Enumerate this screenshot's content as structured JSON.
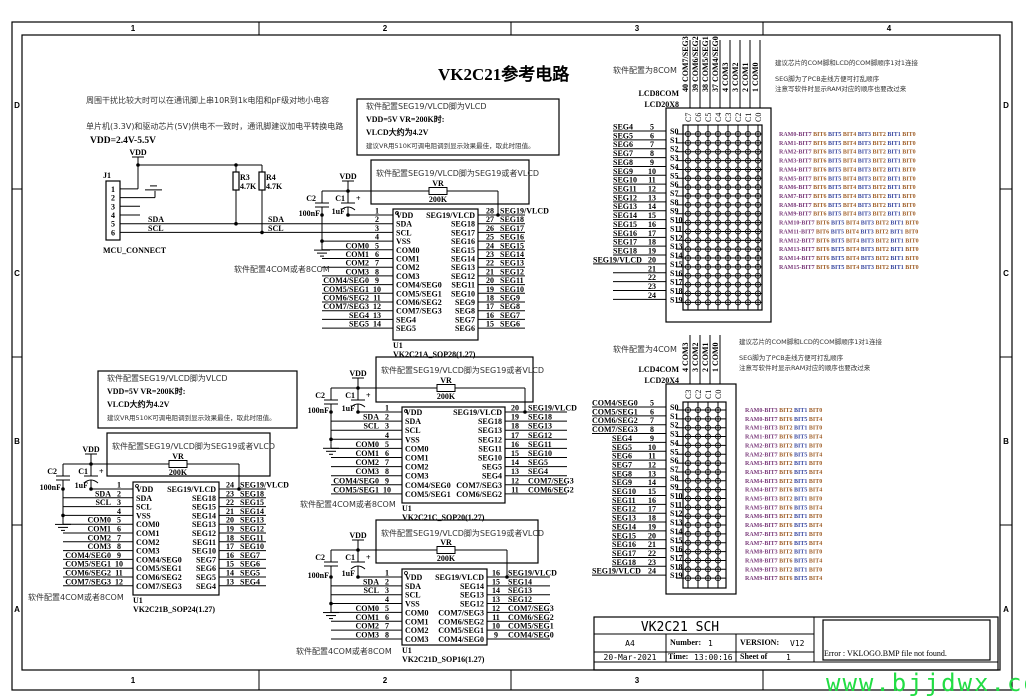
{
  "frame": {
    "columns": [
      "1",
      "2",
      "3",
      "4"
    ],
    "rows": [
      "D",
      "C",
      "B",
      "A"
    ],
    "bottom_columns": [
      "1",
      "2",
      "3"
    ]
  },
  "title": "VK2C21参考电路",
  "notes": {
    "interference": "周围干扰比较大时可以在通讯脚上串10R到1k电阻和pF级对地小电容",
    "level_shift": "单片机(3.3V)和驱动芯片(5V)供电不一致时，通讯脚建议加电平转换电路",
    "vdd_range": "VDD=2.4V-5.5V"
  },
  "vdd_label": "VDD",
  "connector": {
    "ref": "J1",
    "name": "MCU_CONNECT",
    "pins": [
      "1",
      "2",
      "3",
      "4",
      "5",
      "6"
    ],
    "sda": "SDA",
    "scl": "SCL"
  },
  "pullups": [
    {
      "ref": "R3",
      "value": "4.7K"
    },
    {
      "ref": "R4",
      "value": "4.7K"
    }
  ],
  "vlcd_note": [
    "软件配置SEG19/VLCD脚为VLCD",
    "VDD=5V VR=200K时:",
    "VLCD大约为4.2V",
    "建议VR用510K可调电阻调到显示效果最佳，取此时阻值。"
  ],
  "ics": {
    "a": {
      "ref": "U1",
      "part": "VK2C21A_SOP28(1.27)",
      "vr_box_text": "软件配置SEG19/VLCD脚为SEG19或者VLCD",
      "vr_label": "VR",
      "vr_value": "200K",
      "c1": "C1",
      "c1_value": "1uF",
      "c2": "C2",
      "c2_value": "100nF",
      "com_note": "软件配置4COM或者8COM",
      "left": [
        {
          "num": "1",
          "name": "VDD",
          "net": ""
        },
        {
          "num": "2",
          "name": "SDA",
          "net": ""
        },
        {
          "num": "3",
          "name": "SCL",
          "net": ""
        },
        {
          "num": "4",
          "name": "VSS",
          "net": ""
        },
        {
          "num": "5",
          "name": "COM0",
          "net": "COM0"
        },
        {
          "num": "6",
          "name": "COM1",
          "net": "COM1"
        },
        {
          "num": "7",
          "name": "COM2",
          "net": "COM2"
        },
        {
          "num": "8",
          "name": "COM3",
          "net": "COM3"
        },
        {
          "num": "9",
          "name": "COM4/SEG0",
          "net": "COM4/SEG0"
        },
        {
          "num": "10",
          "name": "COM5/SEG1",
          "net": "COM5/SEG1"
        },
        {
          "num": "11",
          "name": "COM6/SEG2",
          "net": "COM6/SEG2"
        },
        {
          "num": "12",
          "name": "COM7/SEG3",
          "net": "COM7/SEG3"
        },
        {
          "num": "13",
          "name": "SEG4",
          "net": "SEG4"
        },
        {
          "num": "14",
          "name": "SEG5",
          "net": "SEG5"
        }
      ],
      "right": [
        {
          "num": "28",
          "name": "SEG19/VLCD",
          "net": "SEG19/VLCD"
        },
        {
          "num": "27",
          "name": "SEG18",
          "net": "SEG18"
        },
        {
          "num": "26",
          "name": "SEG17",
          "net": "SEG17"
        },
        {
          "num": "25",
          "name": "SEG16",
          "net": "SEG16"
        },
        {
          "num": "24",
          "name": "SEG15",
          "net": "SEG15"
        },
        {
          "num": "23",
          "name": "SEG14",
          "net": "SEG14"
        },
        {
          "num": "22",
          "name": "SEG13",
          "net": "SEG13"
        },
        {
          "num": "21",
          "name": "SEG12",
          "net": "SEG12"
        },
        {
          "num": "20",
          "name": "SEG11",
          "net": "SEG11"
        },
        {
          "num": "19",
          "name": "SEG10",
          "net": "SEG10"
        },
        {
          "num": "18",
          "name": "SEG9",
          "net": "SEG9"
        },
        {
          "num": "17",
          "name": "SEG8",
          "net": "SEG8"
        },
        {
          "num": "16",
          "name": "SEG7",
          "net": "SEG7"
        },
        {
          "num": "15",
          "name": "SEG6",
          "net": "SEG6"
        }
      ]
    },
    "b": {
      "ref": "U1",
      "part": "VK2C21B_SOP24(1.27)",
      "vr_box_text": "软件配置SEG19/VLCD脚为SEG19或者VLCD",
      "vr_label": "VR",
      "vr_value": "200K",
      "c1": "C1",
      "c1_value": "1uF",
      "c2": "C2",
      "c2_value": "100nF",
      "com_note": "软件配置4COM或者8COM",
      "left": [
        {
          "num": "1",
          "name": "VDD",
          "net": ""
        },
        {
          "num": "2",
          "name": "SDA",
          "net": "SDA"
        },
        {
          "num": "3",
          "name": "SCL",
          "net": "SCL"
        },
        {
          "num": "4",
          "name": "VSS",
          "net": ""
        },
        {
          "num": "5",
          "name": "COM0",
          "net": "COM0"
        },
        {
          "num": "6",
          "name": "COM1",
          "net": "COM1"
        },
        {
          "num": "7",
          "name": "COM2",
          "net": "COM2"
        },
        {
          "num": "8",
          "name": "COM3",
          "net": "COM3"
        },
        {
          "num": "9",
          "name": "COM4/SEG0",
          "net": "COM4/SEG0"
        },
        {
          "num": "10",
          "name": "COM5/SEG1",
          "net": "COM5/SEG1"
        },
        {
          "num": "11",
          "name": "COM6/SEG2",
          "net": "COM6/SEG2"
        },
        {
          "num": "12",
          "name": "COM7/SEG3",
          "net": "COM7/SEG3"
        }
      ],
      "right": [
        {
          "num": "24",
          "name": "SEG19/VLCD",
          "net": "SEG19/VLCD"
        },
        {
          "num": "23",
          "name": "SEG18",
          "net": "SEG18"
        },
        {
          "num": "22",
          "name": "SEG15",
          "net": "SEG15"
        },
        {
          "num": "21",
          "name": "SEG14",
          "net": "SEG14"
        },
        {
          "num": "20",
          "name": "SEG13",
          "net": "SEG13"
        },
        {
          "num": "19",
          "name": "SEG12",
          "net": "SEG12"
        },
        {
          "num": "18",
          "name": "SEG11",
          "net": "SEG11"
        },
        {
          "num": "17",
          "name": "SEG10",
          "net": "SEG10"
        },
        {
          "num": "16",
          "name": "SEG7",
          "net": "SEG7"
        },
        {
          "num": "15",
          "name": "SEG6",
          "net": "SEG6"
        },
        {
          "num": "14",
          "name": "SEG5",
          "net": "SEG5"
        },
        {
          "num": "13",
          "name": "SEG4",
          "net": "SEG4"
        }
      ]
    },
    "c": {
      "ref": "U1",
      "part": "VK2C21C_SOP20(1.27)",
      "vr_box_text": "软件配置SEG19/VLCD脚为SEG19或者VLCD",
      "vr_label": "VR",
      "vr_value": "200K",
      "c1": "C1",
      "c1_value": "1uF",
      "c2": "C2",
      "c2_value": "100nF",
      "com_note": "软件配置4COM或者8COM",
      "left": [
        {
          "num": "1",
          "name": "VDD",
          "net": ""
        },
        {
          "num": "2",
          "name": "SDA",
          "net": "SDA"
        },
        {
          "num": "3",
          "name": "SCL",
          "net": "SCL"
        },
        {
          "num": "4",
          "name": "VSS",
          "net": ""
        },
        {
          "num": "5",
          "name": "COM0",
          "net": "COM0"
        },
        {
          "num": "6",
          "name": "COM1",
          "net": "COM1"
        },
        {
          "num": "7",
          "name": "COM2",
          "net": "COM2"
        },
        {
          "num": "8",
          "name": "COM3",
          "net": "COM3"
        },
        {
          "num": "9",
          "name": "COM4/SEG0",
          "net": "COM4/SEG0"
        },
        {
          "num": "10",
          "name": "COM5/SEG1",
          "net": "COM5/SEG1"
        }
      ],
      "right": [
        {
          "num": "20",
          "name": "SEG19/VLCD",
          "net": "SEG19/VLCD"
        },
        {
          "num": "19",
          "name": "SEG18",
          "net": "SEG18"
        },
        {
          "num": "18",
          "name": "SEG13",
          "net": "SEG13"
        },
        {
          "num": "17",
          "name": "SEG12",
          "net": "SEG12"
        },
        {
          "num": "16",
          "name": "SEG11",
          "net": "SEG11"
        },
        {
          "num": "15",
          "name": "SEG10",
          "net": "SEG10"
        },
        {
          "num": "14",
          "name": "SEG5",
          "net": "SEG5"
        },
        {
          "num": "13",
          "name": "SEG4",
          "net": "SEG4"
        },
        {
          "num": "12",
          "name": "COM7/SEG3",
          "net": "COM7/SEG3"
        },
        {
          "num": "11",
          "name": "COM6/SEG2",
          "net": "COM6/SEG2"
        }
      ]
    },
    "d": {
      "ref": "U1",
      "part": "VK2C21D_SOP16(1.27)",
      "vr_box_text": "软件配置SEG19/VLCD脚为SEG19或者VLCD",
      "vr_label": "VR",
      "vr_value": "200K",
      "c1": "C1",
      "c1_value": "1uF",
      "c2": "C2",
      "c2_value": "100nF",
      "com_note": "软件配置4COM或者8COM",
      "left": [
        {
          "num": "1",
          "name": "VDD",
          "net": ""
        },
        {
          "num": "2",
          "name": "SDA",
          "net": "SDA"
        },
        {
          "num": "3",
          "name": "SCL",
          "net": "SCL"
        },
        {
          "num": "4",
          "name": "VSS",
          "net": ""
        },
        {
          "num": "5",
          "name": "COM0",
          "net": "COM0"
        },
        {
          "num": "6",
          "name": "COM1",
          "net": "COM1"
        },
        {
          "num": "7",
          "name": "COM2",
          "net": "COM2"
        },
        {
          "num": "8",
          "name": "COM3",
          "net": "COM3"
        }
      ],
      "right": [
        {
          "num": "16",
          "name": "SEG19/VLCD",
          "net": "SEG19/VLCD"
        },
        {
          "num": "15",
          "name": "SEG14",
          "net": "SEG14"
        },
        {
          "num": "14",
          "name": "SEG13",
          "net": "SEG13"
        },
        {
          "num": "13",
          "name": "SEG12",
          "net": "SEG12"
        },
        {
          "num": "12",
          "name": "COM7/SEG3",
          "net": "COM7/SEG3"
        },
        {
          "num": "11",
          "name": "COM6/SEG2",
          "net": "COM6/SEG2"
        },
        {
          "num": "10",
          "name": "COM5/SEG1",
          "net": "COM5/SEG1"
        },
        {
          "num": "9",
          "name": "COM4/SEG0",
          "net": "COM4/SEG0"
        }
      ]
    }
  },
  "lcd8": {
    "config": "软件配置为8COM",
    "ref": "LCD8COM",
    "size": "LCD20X8",
    "com_pins": [
      "40 COM7/SEG3",
      "39 COM6/SEG2",
      "38 COM5/SEG1",
      "37 COM4/SEG0",
      "4 COM3",
      "3 COM2",
      "2 COM1",
      "1 COM0"
    ],
    "cols": [
      "C7",
      "C6",
      "C5",
      "C4",
      "C3",
      "C2",
      "C1",
      "C0"
    ],
    "rows": [
      "S0",
      "S1",
      "S2",
      "S3",
      "S4",
      "S5",
      "S6",
      "S7",
      "S8",
      "S9",
      "S10",
      "S11",
      "S12",
      "S13",
      "S14",
      "S15",
      "S16",
      "S17",
      "S18",
      "S19"
    ],
    "pins": [
      {
        "net": "SEG4",
        "num": "5"
      },
      {
        "net": "SEG5",
        "num": "6"
      },
      {
        "net": "SEG6",
        "num": "7"
      },
      {
        "net": "SEG7",
        "num": "8"
      },
      {
        "net": "SEG8",
        "num": "9"
      },
      {
        "net": "SEG9",
        "num": "10"
      },
      {
        "net": "SEG10",
        "num": "11"
      },
      {
        "net": "SEG11",
        "num": "12"
      },
      {
        "net": "SEG12",
        "num": "13"
      },
      {
        "net": "SEG13",
        "num": "14"
      },
      {
        "net": "SEG14",
        "num": "15"
      },
      {
        "net": "SEG15",
        "num": "16"
      },
      {
        "net": "SEG16",
        "num": "17"
      },
      {
        "net": "SEG17",
        "num": "18"
      },
      {
        "net": "SEG18",
        "num": "19"
      },
      {
        "net": "SEG19/VLCD",
        "num": "20"
      },
      {
        "net": "",
        "num": "21"
      },
      {
        "net": "",
        "num": "22"
      },
      {
        "net": "",
        "num": "23"
      },
      {
        "net": "",
        "num": "24"
      }
    ],
    "notes": [
      "建议芯片的COM脚和LCD的COM脚顺序1对1连接",
      "SEG脚为了PCB走线方便可打乱顺序",
      "注意写软件时显示RAM对应的顺序也要改过来"
    ],
    "ram": [
      "RAM0-BIT7 BIT6 BIT5 BIT4 BIT3 BIT2 BIT1 BIT0",
      "RAM1-BIT7 BIT6 BIT5 BIT4 BIT3 BIT2 BIT1 BIT0",
      "RAM2-BIT7 BIT6 BIT5 BIT4 BIT3 BIT2 BIT1 BIT0",
      "RAM3-BIT7 BIT6 BIT5 BIT4 BIT3 BIT2 BIT1 BIT0",
      "RAM4-BIT7 BIT6 BIT5 BIT4 BIT3 BIT2 BIT1 BIT0",
      "RAM5-BIT7 BIT6 BIT5 BIT4 BIT3 BIT2 BIT1 BIT0",
      "RAM6-BIT7 BIT6 BIT5 BIT4 BIT3 BIT2 BIT1 BIT0",
      "RAM7-BIT7 BIT6 BIT5 BIT4 BIT3 BIT2 BIT1 BIT0",
      "RAM8-BIT7 BIT6 BIT5 BIT4 BIT3 BIT2 BIT1 BIT0",
      "RAM9-BIT7 BIT6 BIT5 BIT4 BIT3 BIT2 BIT1 BIT0",
      "RAM10-BIT7 BIT6 BIT5 BIT4 BIT3 BIT2 BIT1 BIT0",
      "RAM11-BIT7 BIT6 BIT5 BIT4 BIT3 BIT2 BIT1 BIT0",
      "RAM12-BIT7 BIT6 BIT5 BIT4 BIT3 BIT2 BIT1 BIT0",
      "RAM13-BIT7 BIT6 BIT5 BIT4 BIT3 BIT2 BIT1 BIT0",
      "RAM14-BIT7 BIT6 BIT5 BIT4 BIT3 BIT2 BIT1 BIT0",
      "RAM15-BIT7 BIT6 BIT5 BIT4 BIT3 BIT2 BIT1 BIT0"
    ]
  },
  "lcd4": {
    "config": "软件配置为4COM",
    "ref": "LCD4COM",
    "size": "LCD20X4",
    "com_pins": [
      "4 COM3",
      "3 COM2",
      "2 COM1",
      "1 COM0"
    ],
    "cols": [
      "C3",
      "C2",
      "C1",
      "C0"
    ],
    "rows": [
      "S0",
      "S1",
      "S2",
      "S3",
      "S4",
      "S5",
      "S6",
      "S7",
      "S8",
      "S9",
      "S10",
      "S11",
      "S12",
      "S13",
      "S14",
      "S15",
      "S16",
      "S17",
      "S18",
      "S19"
    ],
    "pins": [
      {
        "net": "COM4/SEG0",
        "num": "5"
      },
      {
        "net": "COM5/SEG1",
        "num": "6"
      },
      {
        "net": "COM6/SEG2",
        "num": "7"
      },
      {
        "net": "COM7/SEG3",
        "num": "8"
      },
      {
        "net": "SEG4",
        "num": "9"
      },
      {
        "net": "SEG5",
        "num": "10"
      },
      {
        "net": "SEG6",
        "num": "11"
      },
      {
        "net": "SEG7",
        "num": "12"
      },
      {
        "net": "SEG8",
        "num": "13"
      },
      {
        "net": "SEG9",
        "num": "14"
      },
      {
        "net": "SEG10",
        "num": "15"
      },
      {
        "net": "SEG11",
        "num": "16"
      },
      {
        "net": "SEG12",
        "num": "17"
      },
      {
        "net": "SEG13",
        "num": "18"
      },
      {
        "net": "SEG14",
        "num": "19"
      },
      {
        "net": "SEG15",
        "num": "20"
      },
      {
        "net": "SEG16",
        "num": "21"
      },
      {
        "net": "SEG17",
        "num": "22"
      },
      {
        "net": "SEG18",
        "num": "23"
      },
      {
        "net": "SEG19/VLCD",
        "num": "24"
      }
    ],
    "notes": [
      "建议芯片的COM脚和LCD的COM脚顺序1对1连接",
      "SEG脚为了PCB走线方便可打乱顺序",
      "注意写软件时显示RAM对应的顺序也要改过来"
    ],
    "ram": [
      "RAM0-BIT3 BIT2 BIT1 BIT0",
      "RAM0-BIT7 BIT6 BIT5 BIT4",
      "RAM1-BIT3 BIT2 BIT1 BIT0",
      "RAM1-BIT7 BIT6 BIT5 BIT4",
      "RAM2-BIT3 BIT2 BIT1 BIT0",
      "RAM2-BIT7 BIT6 BIT5 BIT4",
      "RAM3-BIT3 BIT2 BIT1 BIT0",
      "RAM3-BIT7 BIT6 BIT5 BIT4",
      "RAM4-BIT3 BIT2 BIT1 BIT0",
      "RAM4-BIT7 BIT6 BIT5 BIT4",
      "RAM5-BIT3 BIT2 BIT1 BIT0",
      "RAM5-BIT7 BIT6 BIT5 BIT4",
      "RAM6-BIT3 BIT2 BIT1 BIT0",
      "RAM6-BIT7 BIT6 BIT5 BIT4",
      "RAM7-BIT3 BIT2 BIT1 BIT0",
      "RAM7-BIT7 BIT6 BIT5 BIT4",
      "RAM8-BIT3 BIT2 BIT1 BIT0",
      "RAM8-BIT7 BIT6 BIT5 BIT4",
      "RAM9-BIT3 BIT2 BIT1 BIT0",
      "RAM9-BIT7 BIT6 BIT5 BIT4"
    ]
  },
  "title_block": {
    "title": "VK2C21_SCH",
    "size": "A4",
    "number_label": "Number:",
    "number": "1",
    "version_label": "VERSION:",
    "version": "V12",
    "date": "20-Mar-2021",
    "time_label": "Time:",
    "time": "13:00:16",
    "sheet_label": "Sheet of",
    "sheet": "1",
    "logo_error": "Error : VKLOGO.BMP file not found."
  },
  "colors": {
    "ram_label": "#7a3a7a",
    "bit_a": "#3a48a0",
    "bit_b": "#a0602a",
    "watermark": "#22dd44"
  },
  "watermark": "www.bjjdwx.com"
}
